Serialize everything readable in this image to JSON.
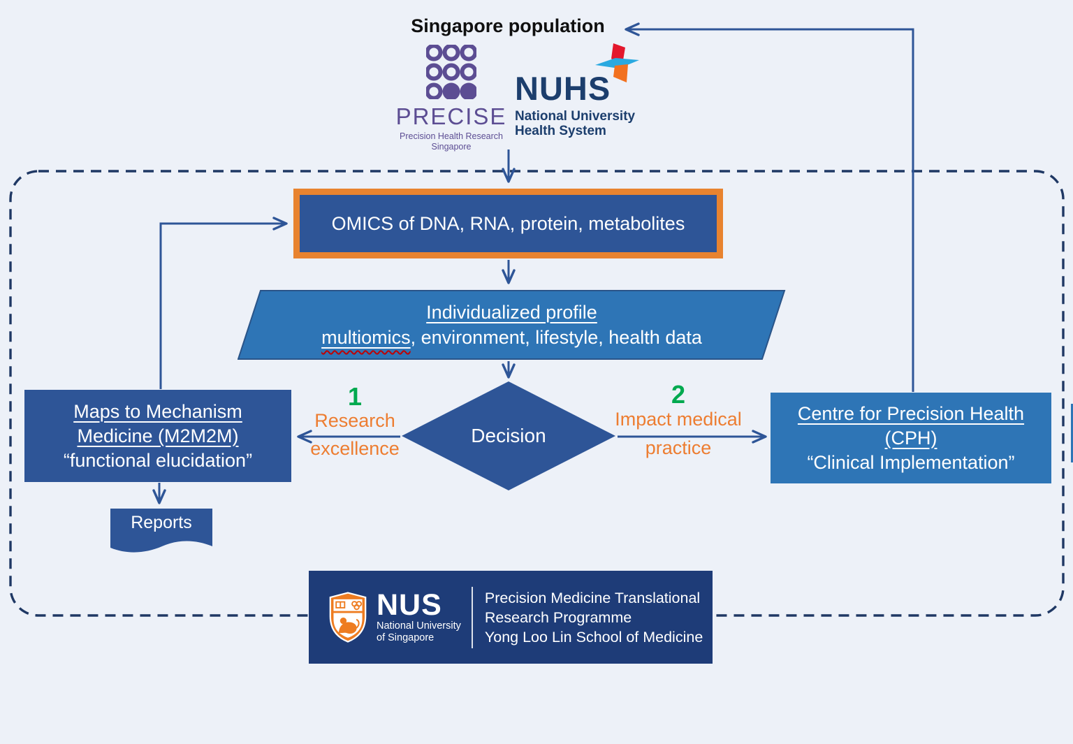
{
  "title": {
    "text": "Singapore population"
  },
  "logos": {
    "precise": {
      "name": "PRECISE",
      "tagline1": "Precision Health Research",
      "tagline2": "Singapore"
    },
    "nuhs": {
      "name": "NUHS",
      "sub1": "National University",
      "sub2": "Health System"
    }
  },
  "nodes": {
    "omics": {
      "label": "OMICS of DNA, RNA, protein, metabolites"
    },
    "profile": {
      "line1": "Individualized profile",
      "line2_underlined": "multiomics",
      "line2_rest": ", environment, lifestyle, health data"
    },
    "decision": {
      "label": "Decision"
    },
    "m2m2m": {
      "line1": "Maps to Mechanism",
      "line2": "Medicine (M2M2M)",
      "line3": "“functional elucidation”"
    },
    "reports": {
      "label": "Reports"
    },
    "cph": {
      "line1": "Centre for Precision Health",
      "line2": "(CPH)",
      "line3": "“Clinical Implementation”"
    }
  },
  "branches": {
    "left": {
      "number": "1",
      "line1": "Research",
      "line2": "excellence"
    },
    "right": {
      "number": "2",
      "line1": "Impact medical",
      "line2": "practice"
    }
  },
  "banner": {
    "nus": "NUS",
    "nus_sub1": "National University",
    "nus_sub2": "of Singapore",
    "line1": "Precision Medicine Translational",
    "line2": "Research Programme",
    "line3": "Yong Loo Lin School of Medicine"
  },
  "colors": {
    "background": "#edf1f8",
    "node_dark_blue": "#2e5597",
    "node_mid_blue": "#2e75b6",
    "omics_border_orange": "#e8832f",
    "branch_label_orange": "#ed7d31",
    "branch_number_green": "#00a94f",
    "connector_blue": "#2e5597",
    "dashed_border_navy": "#1f3864",
    "banner_navy": "#1e3c78",
    "nus_orange": "#ee7c20",
    "precise_purple": "#5c4d93",
    "nuhs_navy": "#1c3e6d",
    "spellcheck_red": "#c00000"
  }
}
